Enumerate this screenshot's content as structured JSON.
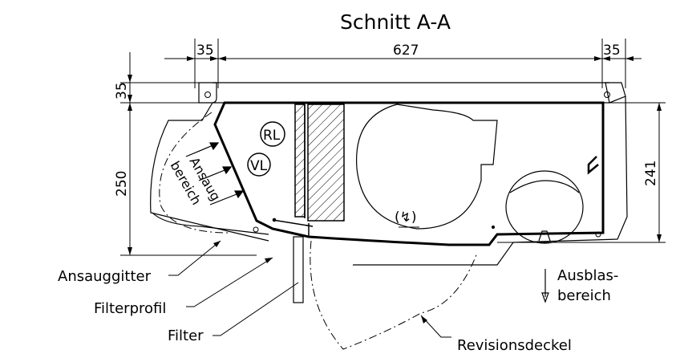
{
  "title": "Schnitt A-A",
  "dimensions": {
    "left_margin": "35",
    "width": "627",
    "right_margin": "35",
    "top": "35",
    "left_height": "250",
    "right_height": "241"
  },
  "labels": {
    "ansaug_line1": "Ansaug",
    "ansaug_line2": "bereich",
    "rl": "RL",
    "vl": "VL",
    "motor_symbol": "(↯)",
    "ansauggitter": "Ansauggitter",
    "filterprofil": "Filterprofil",
    "filter": "Filter",
    "ausblas_line1": "Ausblas-",
    "ausblas_line2": "bereich",
    "revisionsdeckel": "Revisionsdeckel"
  }
}
